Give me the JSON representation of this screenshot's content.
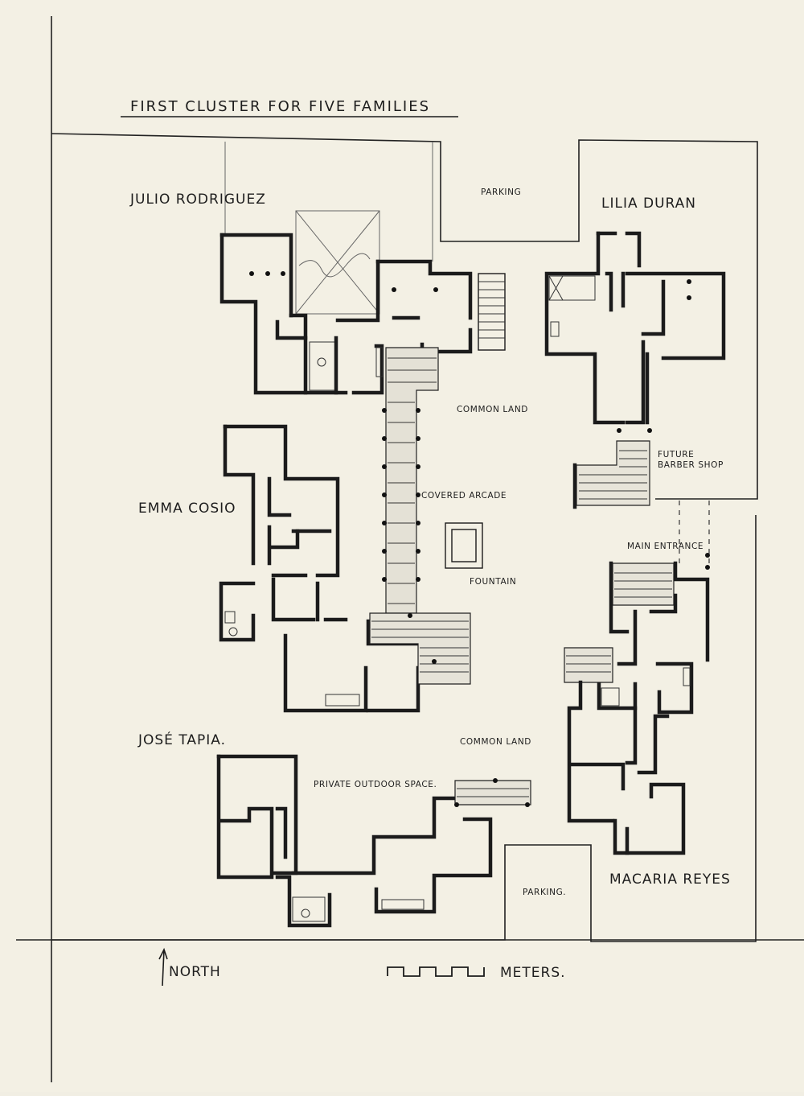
{
  "title": "FIRST CLUSTER FOR FIVE FAMILIES",
  "families": {
    "julio": "JULIO RODRIGUEZ",
    "lilia": "LILIA DURAN",
    "emma": "EMMA COSIO",
    "jose": "JOSÉ TAPIA.",
    "macaria": "MACARIA REYES"
  },
  "labels": {
    "parking_top": "PARKING",
    "parking_bottom": "PARKING.",
    "common_land_1": "COMMON LAND",
    "common_land_2": "COMMON LAND",
    "covered_arcade": "COVERED ARCADE",
    "fountain": "FOUNTAIN",
    "future_1": "FUTURE",
    "future_2": "BARBER SHOP",
    "main_entrance": "MAIN ENTRANCE",
    "private_outdoor": "PRIVATE OUTDOOR SPACE."
  },
  "legend": {
    "north": "NORTH",
    "meters": "METERS."
  }
}
